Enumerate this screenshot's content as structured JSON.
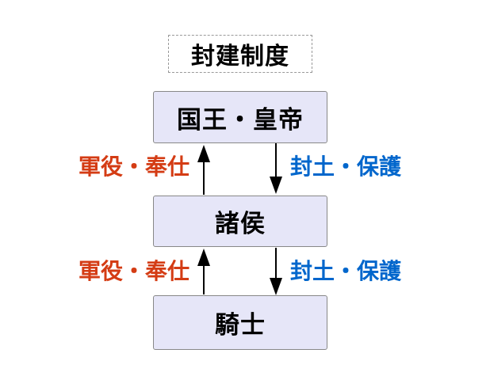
{
  "diagram": {
    "title": "封建制度",
    "nodes": [
      {
        "id": "king-emperor",
        "label": "国王・皇帝"
      },
      {
        "id": "lords",
        "label": "諸侯"
      },
      {
        "id": "knights",
        "label": "騎士"
      }
    ],
    "relations": [
      {
        "from": "諸侯",
        "to": "国王・皇帝",
        "label": "軍役・奉仕",
        "direction": "up",
        "color": "#d43c14"
      },
      {
        "from": "国王・皇帝",
        "to": "諸侯",
        "label": "封土・保護",
        "direction": "down",
        "color": "#0066cc"
      },
      {
        "from": "騎士",
        "to": "諸侯",
        "label": "軍役・奉仕",
        "direction": "up",
        "color": "#d43c14"
      },
      {
        "from": "諸侯",
        "to": "騎士",
        "label": "封土・保護",
        "direction": "down",
        "color": "#0066cc"
      }
    ],
    "colors": {
      "node_fill": "#e6e6f8",
      "node_border": "#888888",
      "title_border": "#999999",
      "service_label": "#d43c14",
      "grant_label": "#0066cc",
      "arrow": "#000000",
      "background": "#ffffff"
    }
  }
}
